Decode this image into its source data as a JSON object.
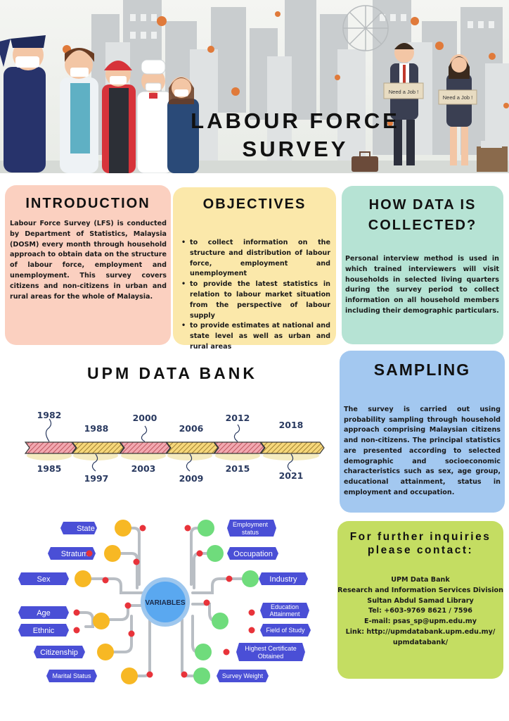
{
  "hero": {
    "title_line1": "LABOUR FORCE",
    "title_line2": "SURVEY",
    "sign_left": "Need a Job !",
    "sign_right": "Need a Job !"
  },
  "introduction": {
    "heading": "INTRODUCTION",
    "body": "Labour Force Survey (LFS) is conducted by Department of Statistics, Malaysia (DOSM) every month through household approach to obtain data on the structure of labour force, employment and unemployment. This survey covers citizens and non-citizens in urban and rural areas for the whole of Malaysia."
  },
  "objectives": {
    "heading": "OBJECTIVES",
    "items": [
      "to collect information on the structure and distribution of labour force, employment and unemployment",
      "to provide the latest statistics in relation to labour market situation from the perspective of labour supply",
      "to provide estimates at national and state level as well as urban and rural areas"
    ]
  },
  "how_collected": {
    "heading_line1": "HOW DATA IS",
    "heading_line2": "COLLECTED?",
    "body": "Personal interview method is used in which trained interviewers will visit households in selected living quarters during the survey period to collect information on all household members including their demographic particulars."
  },
  "sampling": {
    "heading": "SAMPLING",
    "body": "The survey is carried out using probability sampling through household approach comprising Malaysian citizens and non-citizens. The principal statistics are presented according to selected demographic and socioeconomic characteristics such as sex, age group, educational attainment, status in employment and occupation."
  },
  "contact": {
    "heading_line1": "For further inquiries",
    "heading_line2": "please contact:",
    "lines": [
      "UPM Data Bank",
      "Research and Information Services Division",
      "Sultan Abdul Samad Library",
      "Tel: +603-9769 8621 / 7596",
      "E-mail:  psas_sp@upm.edu.my",
      "Link: http://upmdatabank.upm.edu.my/",
      "upmdatabank/"
    ]
  },
  "databank": {
    "title": "UPM DATA BANK",
    "years_top": [
      "1982",
      "1988",
      "2000",
      "2006",
      "2012",
      "2018"
    ],
    "years_bottom": [
      "1985",
      "1997",
      "2003",
      "2009",
      "2015",
      "2021"
    ]
  },
  "variables": {
    "center": "VARIABLES",
    "left": [
      "State",
      "Stratum",
      "Sex",
      "Age",
      "Ethnic",
      "Citizenship",
      "Marital Status"
    ],
    "right": [
      "Employment",
      "status",
      "Occupation",
      "Industry",
      "Education",
      "Attainment",
      "Field of Study",
      "Highest Certificate",
      "Obtained",
      "Survey Weight"
    ]
  },
  "colors": {
    "intro_bg": "#fbd0c0",
    "objectives_bg": "#fbe8aa",
    "how_bg": "#b6e3d4",
    "sampling_bg": "#a3c8f0",
    "contact_bg": "#c4dd62",
    "variable_label": "#4a4fd6",
    "variable_center": "#5aa8f0",
    "node_yellow": "#f7b824",
    "node_green": "#6fdc7c",
    "node_red": "#e8333a"
  }
}
